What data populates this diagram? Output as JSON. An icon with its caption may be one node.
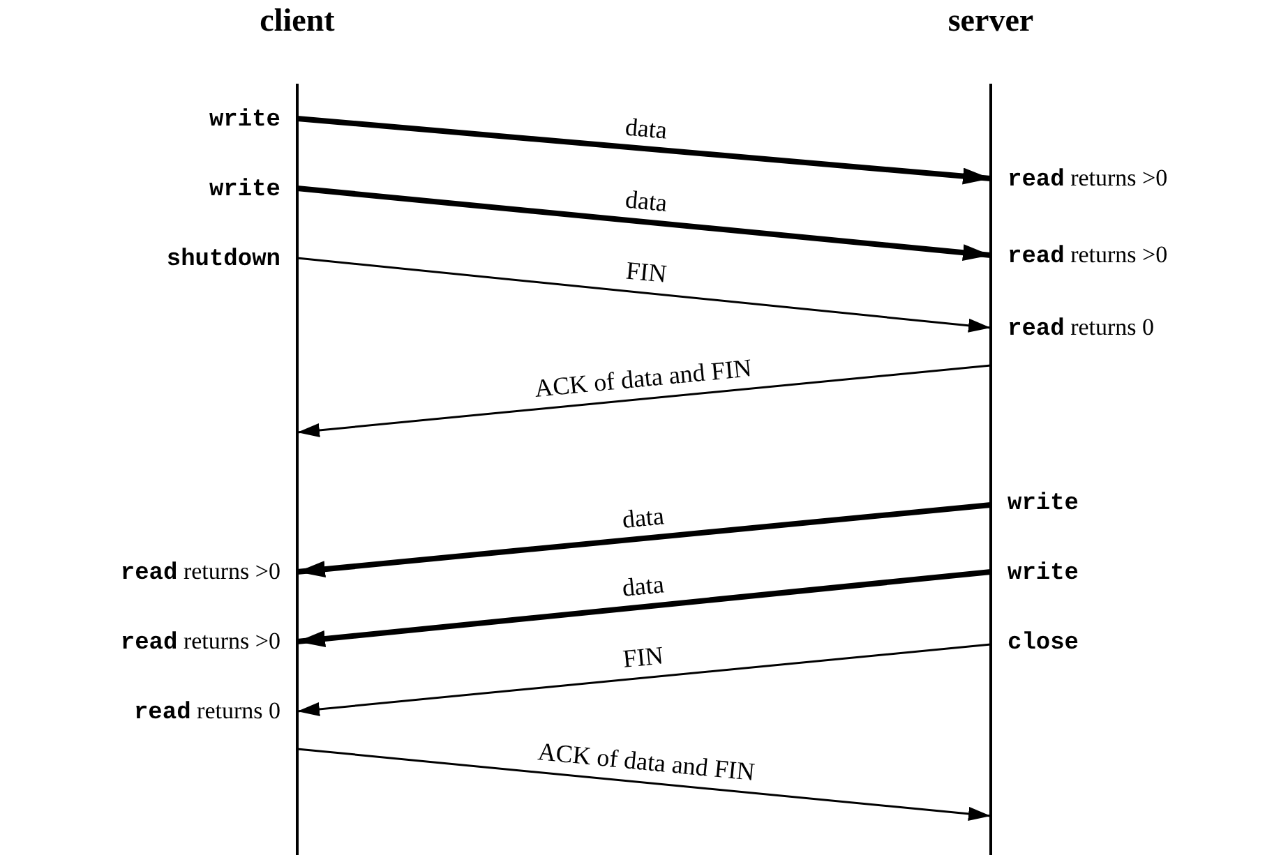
{
  "diagram": {
    "nodes": [
      {
        "text": [
          "client"
        ]
      },
      {
        "text": [
          "server"
        ]
      }
    ],
    "edges": [
      {
        "from": 0,
        "to": 1,
        "arrow": "to",
        "label": "data",
        "style": "thick"
      },
      {
        "from": 0,
        "to": 1,
        "arrow": "to",
        "label": "data",
        "style": "thick"
      },
      {
        "from": 0,
        "to": 1,
        "arrow": "to",
        "label": "FIN"
      },
      {
        "from": 1,
        "to": 0,
        "arrow": "to",
        "label": "ACK of data and FIN"
      },
      {
        "from": 1,
        "to": 0,
        "arrow": "to",
        "label": "data",
        "style": "thick"
      },
      {
        "from": 1,
        "to": 0,
        "arrow": "to",
        "label": "data",
        "style": "thick"
      },
      {
        "from": 1,
        "to": 0,
        "arrow": "to",
        "label": "FIN"
      },
      {
        "from": 0,
        "to": 1,
        "arrow": "to",
        "label": "ACK of data and FIN"
      }
    ],
    "labels": [
      "write",
      "read returns >0",
      "write",
      "read returns >0",
      "shutdown",
      "read returns 0",
      "write",
      "read returns >0",
      "write",
      "read returns >0",
      "close",
      "read returns 0"
    ]
  }
}
